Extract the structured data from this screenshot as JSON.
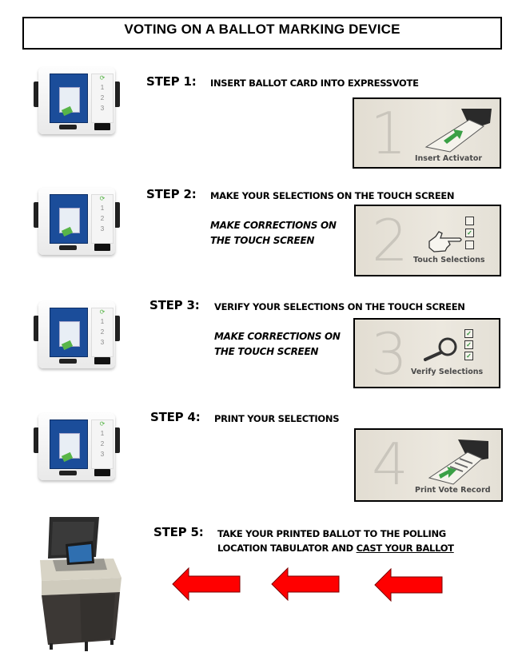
{
  "title": "VOTING ON A BALLOT MARKING DEVICE",
  "steps": [
    {
      "label": "STEP  1:",
      "description": "INSERT BALLOT CARD INTO EXPRESSVOTE",
      "image": {
        "number": "1",
        "caption": "Insert Activator",
        "icon": "insert-card-icon"
      },
      "device_image": "expressvote-device"
    },
    {
      "label": "STEP  2:",
      "description": "MAKE YOUR SELECTIONS ON THE TOUCH SCREEN",
      "note_lines": [
        "MAKE CORRECTIONS ON",
        "THE TOUCH SCREEN"
      ],
      "image": {
        "number": "2",
        "caption": "Touch Selections",
        "icon": "pointing-hand-checkbox-icon"
      },
      "device_image": "expressvote-device"
    },
    {
      "label": "STEP  3:",
      "description": "VERIFY  YOUR SELECTIONS ON THE TOUCH SCREEN",
      "note_lines": [
        "MAKE CORRECTIONS ON",
        "THE TOUCH SCREEN"
      ],
      "image": {
        "number": "3",
        "caption": "Verify Selections",
        "icon": "magnifier-checkbox-icon"
      },
      "device_image": "expressvote-device"
    },
    {
      "label": "STEP  4:",
      "description": "PRINT  YOUR SELECTIONS",
      "image": {
        "number": "4",
        "caption": "Print  Vote Record",
        "icon": "print-record-icon"
      },
      "device_image": "expressvote-device"
    },
    {
      "label": "STEP  5:",
      "description_line1": "TAKE YOUR PRINTED BALLOT TO THE POLLING",
      "description_line2_prefix": "LOCATION TABULATOR AND ",
      "description_line2_underlined": "CAST YOUR BALLOT",
      "device_image": "tabulator-machine",
      "arrows": 3
    }
  ],
  "colors": {
    "arrow_red": "#ff0000",
    "check_green": "#2f8f3a",
    "screen_blue": "#1b4d9a"
  }
}
